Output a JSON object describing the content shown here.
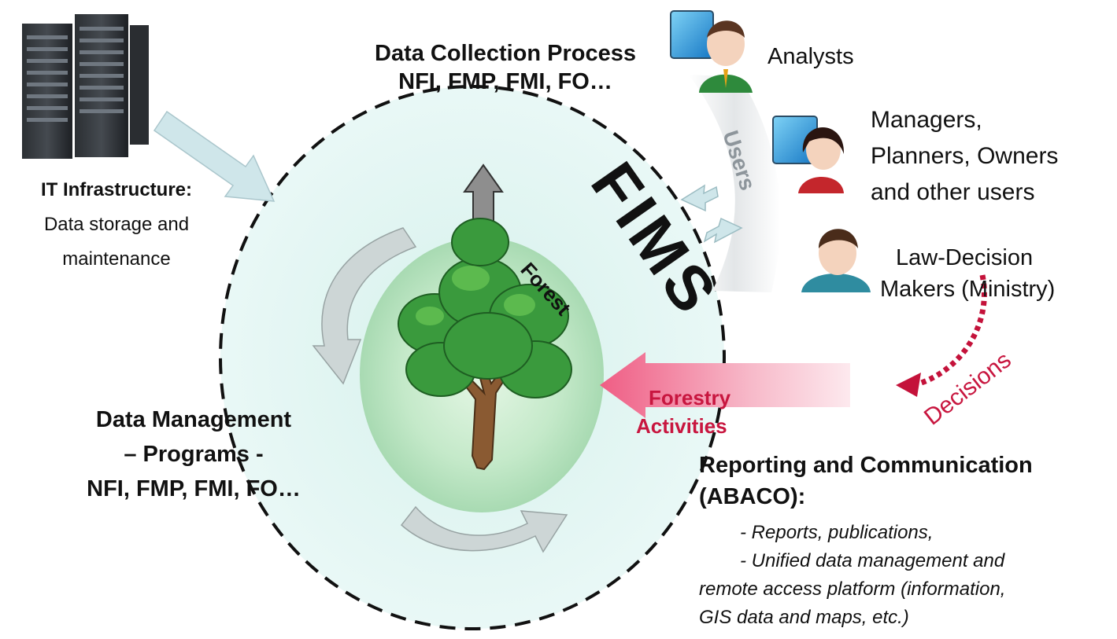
{
  "collection": {
    "line1": "Data Collection Process",
    "line2": "NFI, FMP, FMI, FO…"
  },
  "it": {
    "title": "IT Infrastructure:",
    "line1": "Data storage and",
    "line2": "maintenance"
  },
  "management": {
    "line1": "Data Management",
    "line2": "– Programs -",
    "line3": "NFI, FMP, FMI, FO…"
  },
  "users": {
    "band_label": "Users",
    "analysts": "Analysts",
    "managers": {
      "line1": "Managers,",
      "line2": "Planners, Owners",
      "line3": "and other users"
    },
    "law": {
      "line1": "Law-Decision",
      "line2": "Makers (Ministry)"
    }
  },
  "core": {
    "fims": "FIMS",
    "forest": "Forest"
  },
  "activities": {
    "line1": "Forestry",
    "line2": "Activities"
  },
  "decisions": "Decisions",
  "reporting": {
    "line1": "Reporting and Communication",
    "line2": "(ABACO):",
    "items": [
      "- Reports, publications,",
      "- Unified data management and",
      "remote access platform (information,",
      "GIS data and maps, etc.)"
    ]
  },
  "colors": {
    "circle_fill": "#e6f6f3",
    "inner_glow": "#9fd6a8",
    "arrow_grey": "#bfc9c9",
    "arrow_light_blue": "#cfe6ea",
    "arrow_pink": "#f4b6c6",
    "decision_red": "#c4123a",
    "pink_text": "#c8163f",
    "black": "#111111"
  }
}
